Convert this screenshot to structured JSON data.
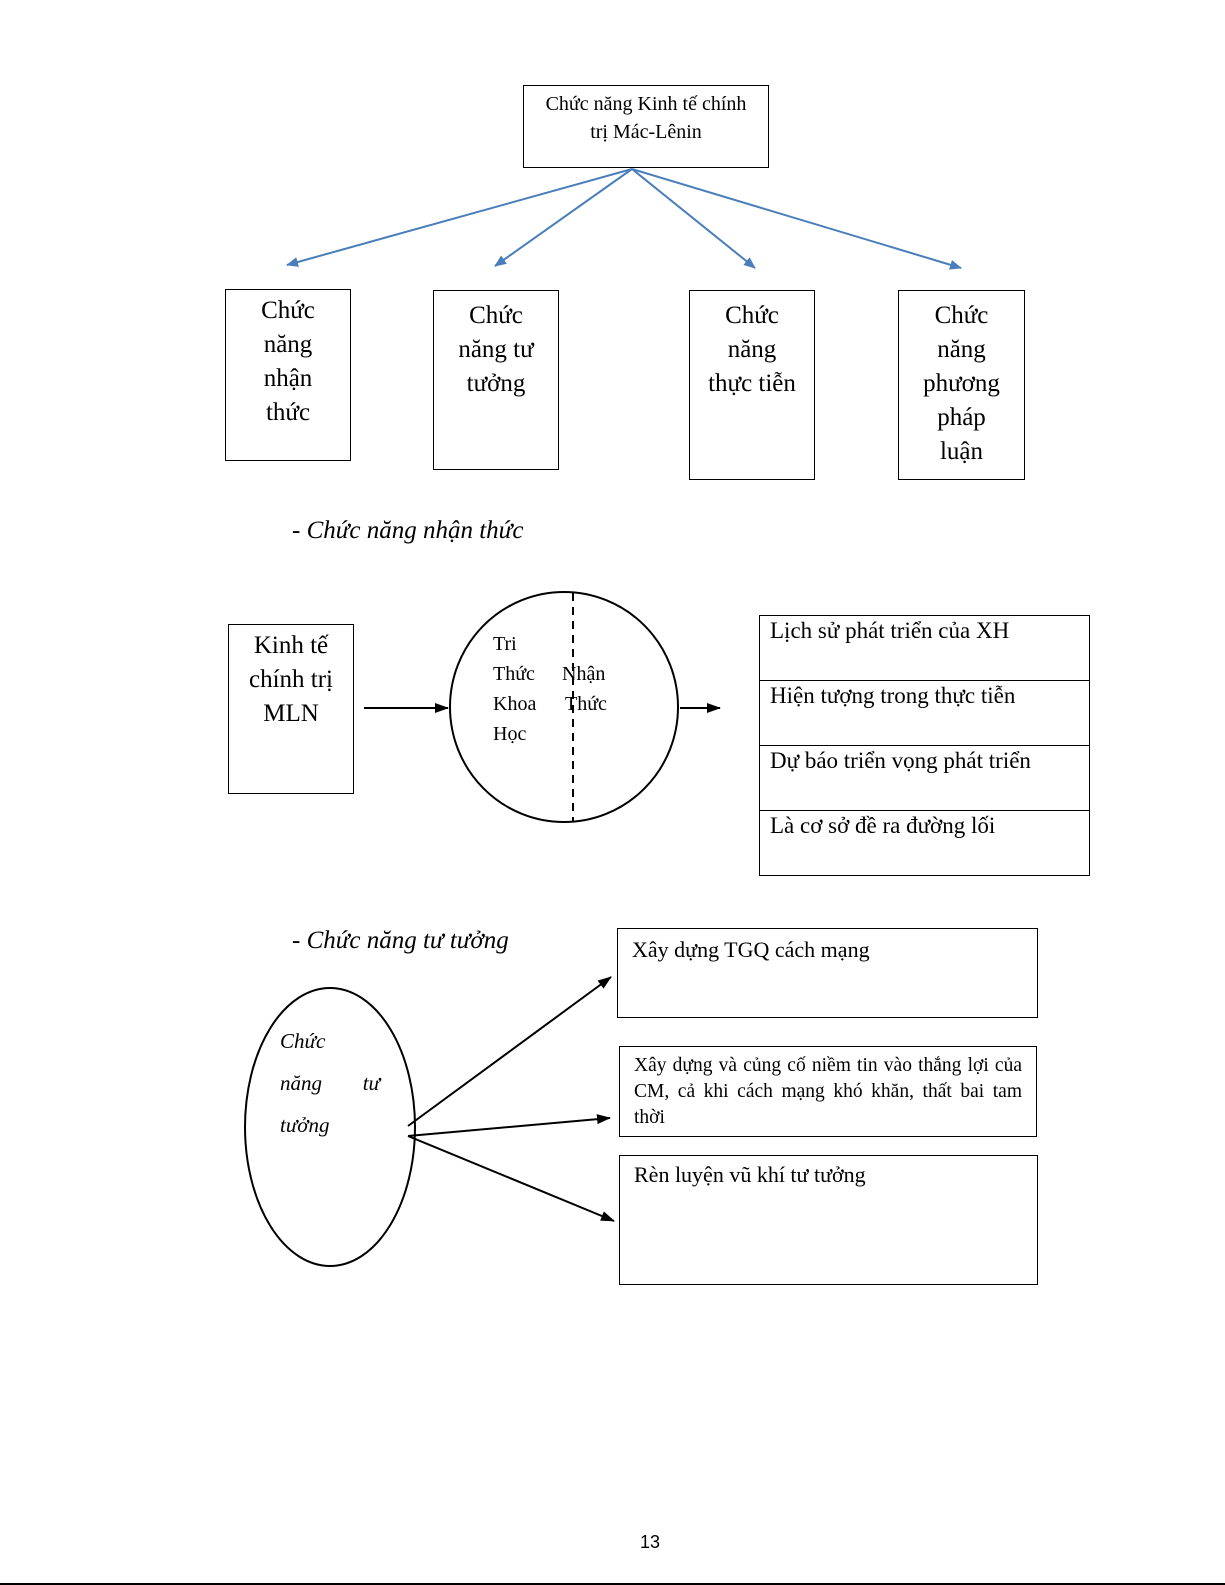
{
  "top": {
    "root_line1": "Chức năng Kinh tế chính",
    "root_line2": "trị Mác-Lênin",
    "functions": [
      [
        "Chức",
        "năng",
        "nhận",
        "thức"
      ],
      [
        "Chức",
        "năng tư",
        "tưởng"
      ],
      [
        "Chức",
        "năng",
        "thực tiễn"
      ],
      [
        "Chức",
        "năng",
        "phương",
        "pháp",
        "luận"
      ]
    ],
    "arrow_color": "#4a7ebb"
  },
  "section1": {
    "heading_dash": "- ",
    "heading": "Chức năng nhận thức",
    "left_box": [
      "Kinh tế",
      "chính trị",
      "MLN"
    ],
    "circle_left": [
      "Tri",
      "Thức",
      "Khoa",
      "Học"
    ],
    "circle_right": [
      "Nhận",
      "Thức"
    ],
    "results": [
      "Lịch sử phát triển của XH",
      "Hiện tượng trong thực tiễn",
      "Dự báo triển vọng phát triển",
      "Là cơ sở đề ra đường lối"
    ]
  },
  "section2": {
    "heading_dash": "- ",
    "heading": "Chức năng tư tưởng",
    "ellipse": [
      "Chức",
      "năng",
      "tư",
      "tưởng"
    ],
    "results": [
      "Xây dựng TGQ cách mạng",
      "Xây dựng và củng cố niềm tin vào thắng lợi của CM, cả khi cách mạng khó khăn, thất bai tam thời",
      "Rèn luyện vũ khí tư tưởng"
    ]
  },
  "page_number": "13"
}
